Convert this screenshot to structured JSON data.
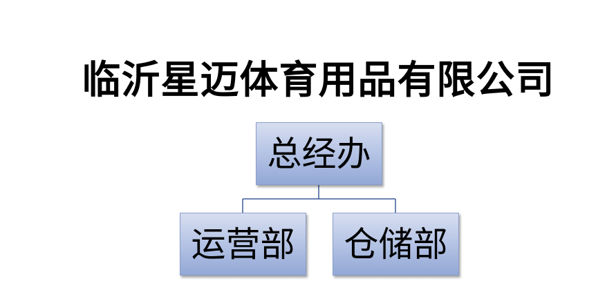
{
  "title": "临沂星迈体育用品有限公司",
  "org": {
    "root": {
      "label": "总经办"
    },
    "children": [
      {
        "label": "运营部"
      },
      {
        "label": "仓储部"
      }
    ]
  },
  "colors": {
    "node_top": "#d7def0",
    "node_bottom": "#93a8d6",
    "connector": "#3b5a99"
  }
}
